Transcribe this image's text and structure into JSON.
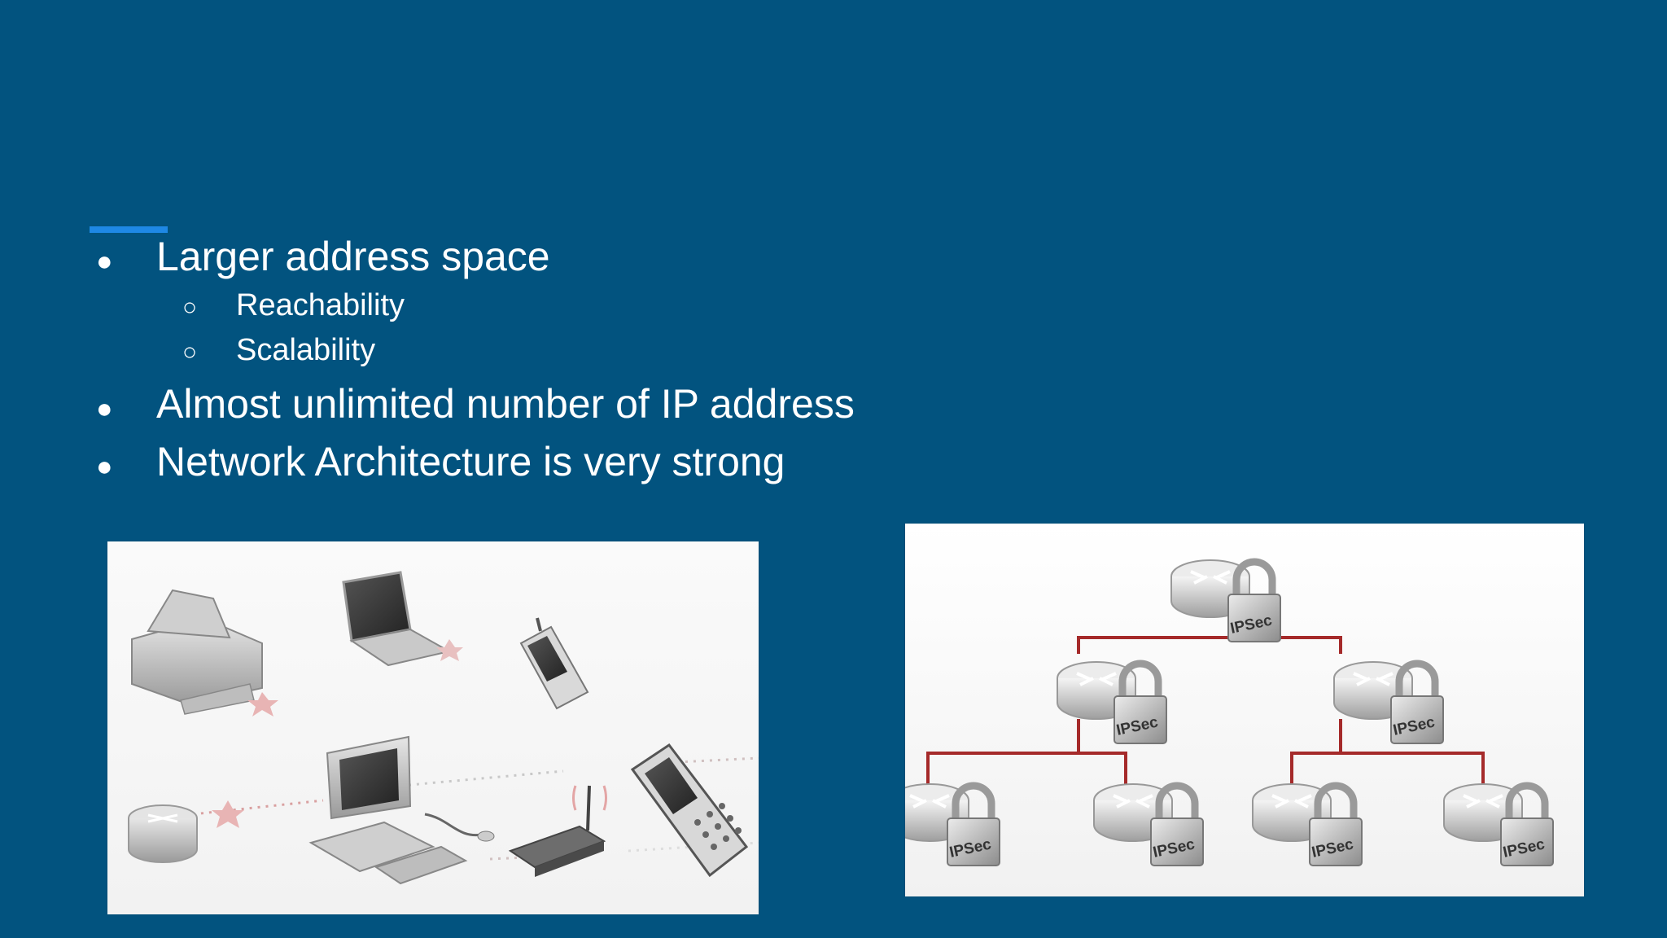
{
  "slide": {
    "bullets": [
      {
        "marker": "●",
        "text": "Larger address space"
      },
      {
        "marker": "○",
        "text": "Reachability"
      },
      {
        "marker": "○",
        "text": "Scalability"
      },
      {
        "marker": "●",
        "text": "Almost unlimited number of IP address"
      },
      {
        "marker": "●",
        "text": "Network Architecture is very strong"
      }
    ],
    "colors": {
      "background": "#02537f",
      "accent": "#1e88e5",
      "text": "#ffffff",
      "link_line": "#a52a2a"
    }
  },
  "images": {
    "devices": {
      "icons": [
        "printer-icon",
        "laptop-icon",
        "pda-icon",
        "router-icon",
        "desktop-computer-icon",
        "wireless-router-icon",
        "mobile-phone-icon"
      ]
    },
    "ipsec_tree": {
      "node_label": "IPSec",
      "icons": [
        "secure-router-icon"
      ]
    }
  }
}
